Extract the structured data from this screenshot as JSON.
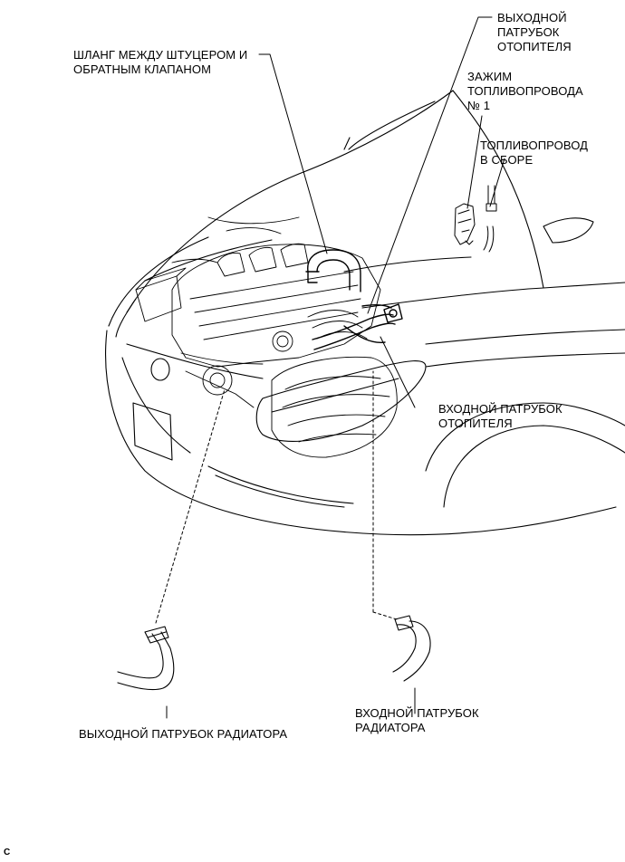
{
  "labels": {
    "heater_outlet": [
      "ВЫХОДНОЙ",
      "ПАТРУБОК",
      "ОТОПИТЕЛЯ"
    ],
    "hose_union_check": [
      "ШЛАНГ МЕЖДУ ШТУЦЕРОМ И",
      "ОБРАТНЫМ КЛАПАНОМ"
    ],
    "fuel_clamp": [
      "ЗАЖИМ",
      "ТОПЛИВОПРОВОДА",
      "№ 1"
    ],
    "fuel_tube": [
      "ТОПЛИВОПРОВОД",
      "В СБОРЕ"
    ],
    "heater_inlet": [
      "ВХОДНОЙ ПАТРУБОК",
      "ОТОПИТЕЛЯ"
    ],
    "radiator_outlet": [
      "ВЫХОДНОЙ ПАТРУБОК РАДИАТОРА"
    ],
    "radiator_inlet": [
      "ВХОДНОЙ ПАТРУБОК",
      "РАДИАТОРА"
    ]
  },
  "figure_code": "C"
}
